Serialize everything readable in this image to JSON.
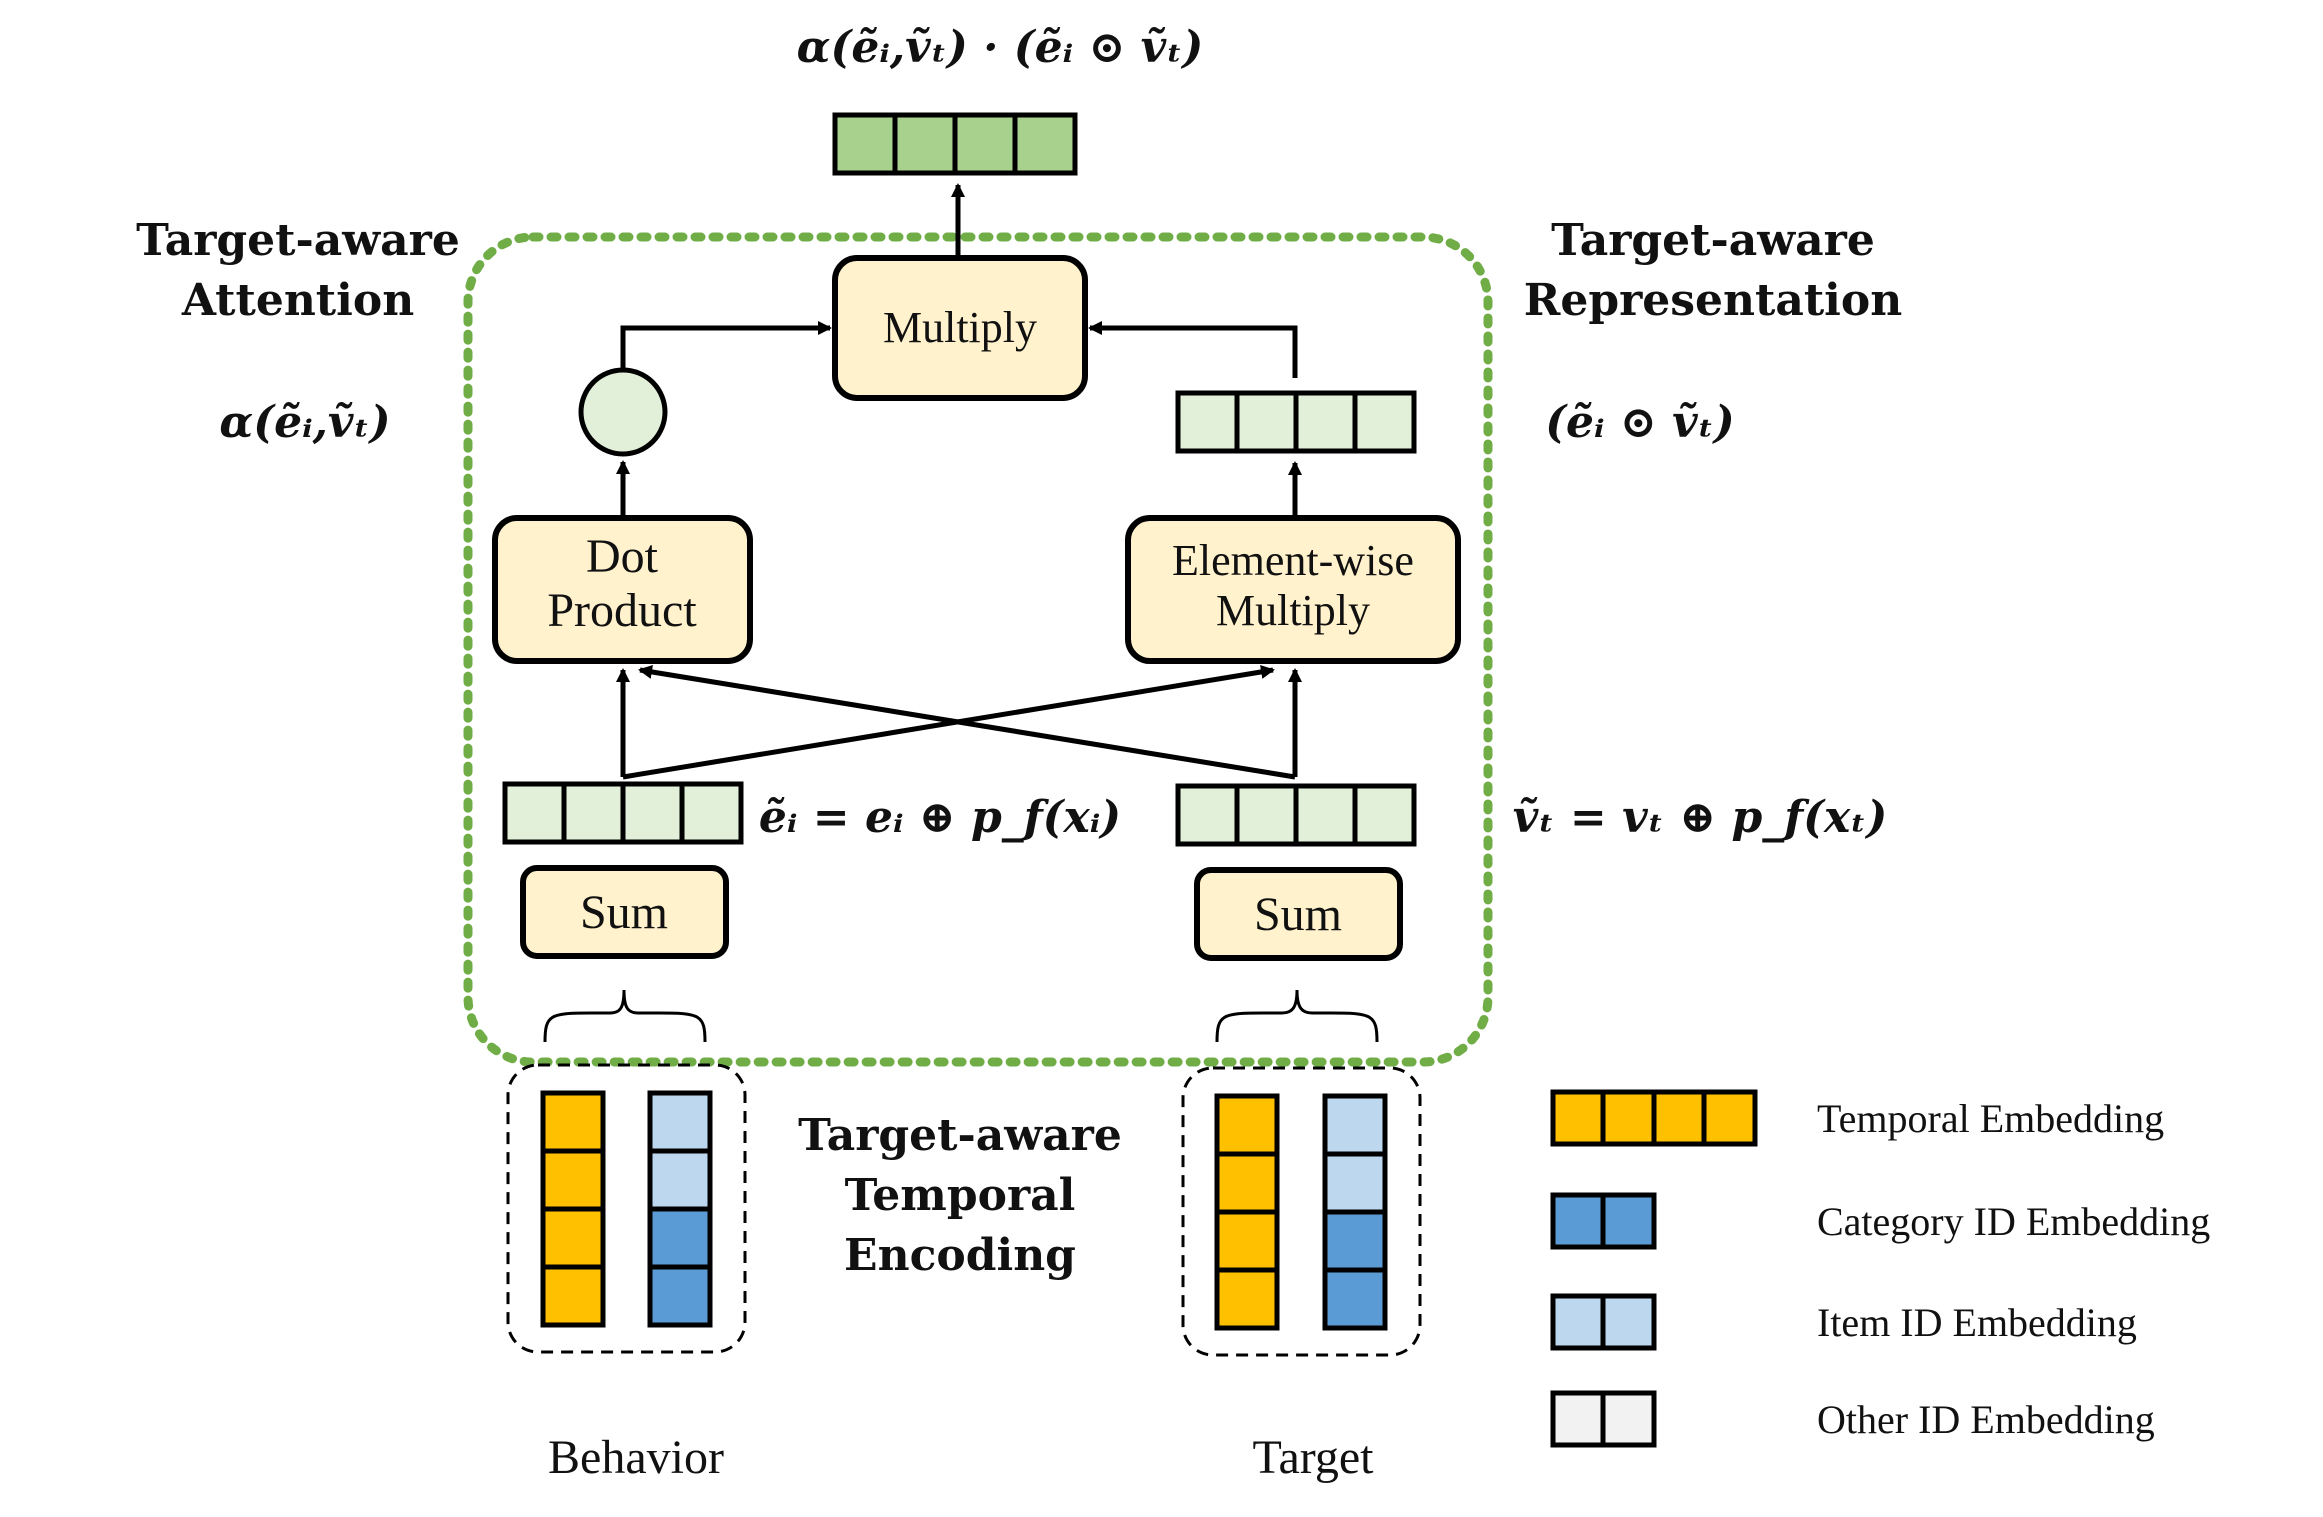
{
  "diagram": {
    "titles": {
      "attention": [
        "Target-aware",
        "Attention"
      ],
      "representation": [
        "Target-aware",
        "Representation"
      ],
      "temporal_encoding": [
        "Target-aware",
        "Temporal",
        "Encoding"
      ]
    },
    "formulas": {
      "top_output": "α(ẽᵢ,ṽₜ) · (ẽᵢ ⊙ ṽₜ)",
      "attention_weight": "α(ẽᵢ,ṽₜ)",
      "representation": "(ẽᵢ ⊙ ṽₜ)",
      "behavior_embedding": "ẽᵢ = eᵢ ⊕ p_f(xᵢ)",
      "target_embedding": "ṽₜ = vₜ ⊕ p_f(xₜ)"
    },
    "boxes": {
      "multiply": "Multiply",
      "dot_product": [
        "Dot",
        "Product"
      ],
      "elementwise_multiply": [
        "Element-wise",
        "Multiply"
      ],
      "sum_left": "Sum",
      "sum_right": "Sum"
    },
    "inputs": {
      "behavior": "Behavior",
      "target": "Target"
    },
    "legend": [
      {
        "label": "Temporal Embedding",
        "color": "#FFC000",
        "cells": 4
      },
      {
        "label": "Category ID Embedding",
        "color": "#5B9BD5",
        "cells": 2
      },
      {
        "label": "Item ID Embedding",
        "color": "#BDD7EE",
        "cells": 2
      },
      {
        "label": "Other ID Embedding",
        "color": "#F2F2F2",
        "cells": 2
      }
    ],
    "colors": {
      "box_fill": "#FFF2CC",
      "output_vector": "#A9D18E",
      "light_vector": "#E2F0D9",
      "dotted_border": "#70AD47",
      "temporal": "#FFC000",
      "category": "#5B9BD5",
      "item": "#BDD7EE"
    }
  }
}
